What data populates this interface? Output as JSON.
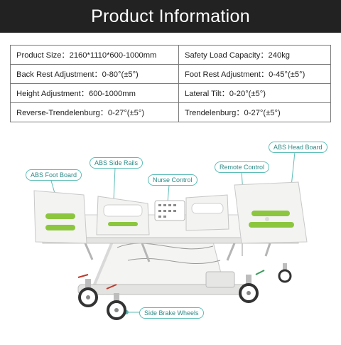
{
  "header": {
    "title": "Product Information"
  },
  "specs": {
    "rows": [
      {
        "left": "Product Size：2160*1110*600-1000mm",
        "right": "Safety Load Capacity：240kg"
      },
      {
        "left": "Back Rest Adjustment：0-80°(±5°)",
        "right": "Foot Rest Adjustment：0-45°(±5°)"
      },
      {
        "left": "Height Adjustment：600-1000mm",
        "right": "Lateral Tilt：0-20°(±5°)"
      },
      {
        "left": "Reverse-Trendelenburg：0-27°(±5°)",
        "right": "Trendelenburg：0-27°(±5°)"
      }
    ]
  },
  "callouts": {
    "abs_foot_board": "ABS Foot Board",
    "abs_side_rails": "ABS Side Rails",
    "nurse_control": "Nurse Control",
    "remote_control": "Remote Control",
    "abs_head_board": "ABS Head Board",
    "side_brake_wheels": "Side Brake Wheels"
  },
  "colors": {
    "header_bg": "#222222",
    "accent_teal": "#5cbdb7",
    "bed_green": "#8cc63f",
    "bed_white": "#f2f2f0"
  },
  "icons": [
    "hospital-bed-illustration"
  ]
}
